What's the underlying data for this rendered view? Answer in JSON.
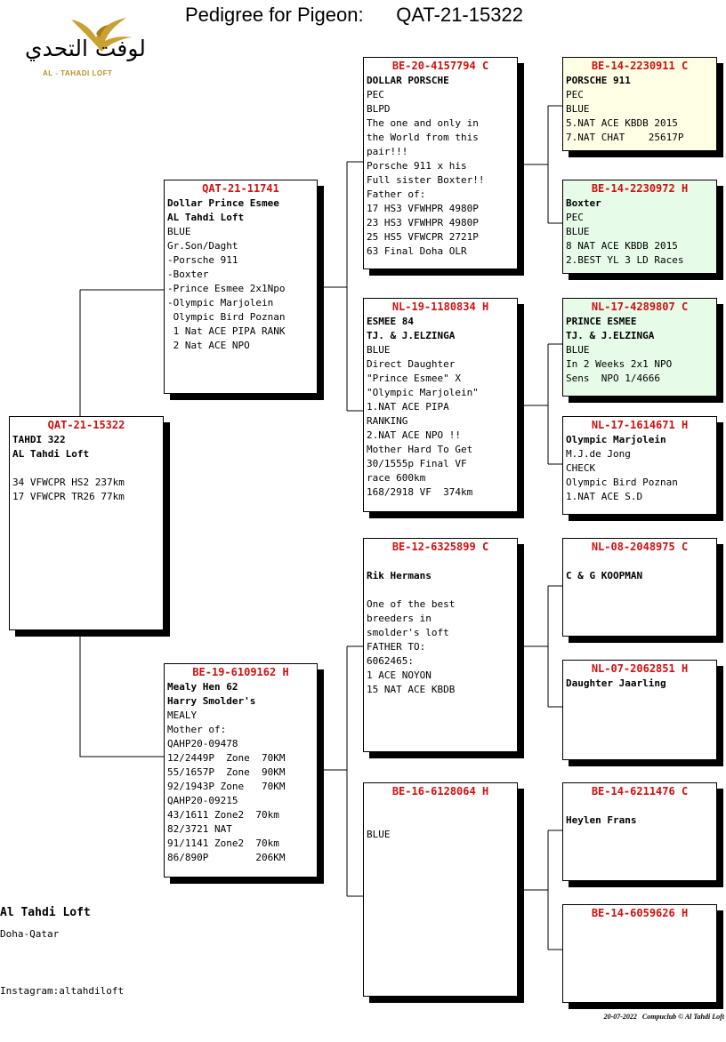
{
  "page_title": "Pedigree for Pigeon:      QAT-21-15322",
  "logo": {
    "arabic": "لوفت التحدي",
    "english": "AL - TAHADI LOFT",
    "gold_color": "#c9a032"
  },
  "colors": {
    "ring": "#d01010",
    "yellow_box": "#ffffe6",
    "green_box": "#e6fbe8"
  },
  "birds": {
    "main": {
      "ring": "QAT-21-15322",
      "lines": [
        {
          "t": "TAHDI 322",
          "b": true
        },
        {
          "t": "AL Tahdi Loft",
          "b": true
        },
        {
          "t": ""
        },
        {
          "t": "34 VFWCPR HS2 237km"
        },
        {
          "t": "17 VFWCPR TR26 77km"
        }
      ]
    },
    "sire": {
      "ring": "QAT-21-11741",
      "lines": [
        {
          "t": "Dollar Prince Esmee",
          "b": true
        },
        {
          "t": "AL Tahdi Loft",
          "b": true
        },
        {
          "t": "BLUE"
        },
        {
          "t": "Gr.Son/Daght"
        },
        {
          "t": "-Porsche 911"
        },
        {
          "t": "-Boxter"
        },
        {
          "t": "-Prince Esmee 2x1Npo"
        },
        {
          "t": "-Olympic Marjolein"
        },
        {
          "t": " Olympic Bird Poznan"
        },
        {
          "t": " 1 Nat ACE PIPA RANK"
        },
        {
          "t": " 2 Nat ACE NPO"
        }
      ]
    },
    "dam": {
      "ring": "BE-19-6109162 H",
      "lines": [
        {
          "t": "Mealy Hen 62",
          "b": true
        },
        {
          "t": "Harry Smolder's",
          "b": true
        },
        {
          "t": "MEALY"
        },
        {
          "t": "Mother of:"
        },
        {
          "t": "QAHP20-09478"
        },
        {
          "t": "12/2449P  Zone  70KM"
        },
        {
          "t": "55/1657P  Zone  90KM"
        },
        {
          "t": "92/1943P Zone   70KM"
        },
        {
          "t": "QAHP20-09215"
        },
        {
          "t": "43/1611 Zone2  70km"
        },
        {
          "t": "82/3721 NAT"
        },
        {
          "t": "91/1141 Zone2  70km"
        },
        {
          "t": "86/890P        206KM"
        }
      ]
    },
    "ss": {
      "ring": "BE-20-4157794 C",
      "lines": [
        {
          "t": "DOLLAR PORSCHE",
          "b": true
        },
        {
          "t": "PEC"
        },
        {
          "t": "BLPD"
        },
        {
          "t": "The one and only in"
        },
        {
          "t": "the World from this"
        },
        {
          "t": "pair!!!"
        },
        {
          "t": "Porsche 911 x his"
        },
        {
          "t": "Full sister Boxter!!"
        },
        {
          "t": "Father of:"
        },
        {
          "t": "17 HS3 VFWHPR 4980P"
        },
        {
          "t": "23 HS3 VFWHPR 4980P"
        },
        {
          "t": "25 HS5 VFWCPR 2721P"
        },
        {
          "t": "63 Final Doha OLR"
        }
      ]
    },
    "sd": {
      "ring": "NL-19-1180834 H",
      "lines": [
        {
          "t": "ESMEE 84",
          "b": true
        },
        {
          "t": "TJ. & J.ELZINGA",
          "b": true
        },
        {
          "t": "BLUE"
        },
        {
          "t": "Direct Daughter"
        },
        {
          "t": "\"Prince Esmee\" X"
        },
        {
          "t": "\"Olympic Marjolein\""
        },
        {
          "t": "1.NAT ACE PIPA"
        },
        {
          "t": "RANKING"
        },
        {
          "t": "2.NAT ACE NPO !!"
        },
        {
          "t": "Mother Hard To Get"
        },
        {
          "t": "30/1555p Final VF"
        },
        {
          "t": "race 600km"
        },
        {
          "t": "168/2918 VF  374km"
        }
      ]
    },
    "ds": {
      "ring": "BE-12-6325899 C",
      "lines": [
        {
          "t": ""
        },
        {
          "t": "Rik Hermans",
          "b": true
        },
        {
          "t": ""
        },
        {
          "t": "One of the best"
        },
        {
          "t": "breeders in"
        },
        {
          "t": "smolder's loft"
        },
        {
          "t": "FATHER TO:"
        },
        {
          "t": "6062465:"
        },
        {
          "t": "1 ACE NOYON"
        },
        {
          "t": "15 NAT ACE KBDB"
        }
      ]
    },
    "dd": {
      "ring": "BE-16-6128064 H",
      "lines": [
        {
          "t": ""
        },
        {
          "t": ""
        },
        {
          "t": "BLUE"
        }
      ]
    },
    "sss": {
      "ring": "BE-14-2230911 C",
      "lines": [
        {
          "t": "PORSCHE 911",
          "b": true
        },
        {
          "t": "PEC"
        },
        {
          "t": "BLUE"
        },
        {
          "t": "5.NAT ACE KBDB 2015"
        },
        {
          "t": "7.NAT CHAT    25617P"
        }
      ]
    },
    "ssd": {
      "ring": "BE-14-2230972 H",
      "lines": [
        {
          "t": "Boxter",
          "b": true
        },
        {
          "t": "PEC"
        },
        {
          "t": "BLUE"
        },
        {
          "t": "8 NAT ACE KBDB 2015"
        },
        {
          "t": "2.BEST YL 3 LD Races"
        }
      ]
    },
    "sds": {
      "ring": "NL-17-4289807 C",
      "lines": [
        {
          "t": "PRINCE ESMEE",
          "b": true
        },
        {
          "t": "TJ. & J.ELZINGA",
          "b": true
        },
        {
          "t": "BLUE"
        },
        {
          "t": "In 2 Weeks 2x1 NPO"
        },
        {
          "t": "Sens  NPO 1/4666"
        }
      ]
    },
    "sdd": {
      "ring": "NL-17-1614671 H",
      "lines": [
        {
          "t": "Olympic Marjolein",
          "b": true
        },
        {
          "t": "M.J.de Jong"
        },
        {
          "t": "CHECK"
        },
        {
          "t": "Olympic Bird Poznan"
        },
        {
          "t": "1.NAT ACE S.D"
        }
      ]
    },
    "dss": {
      "ring": "NL-08-2048975 C",
      "lines": [
        {
          "t": ""
        },
        {
          "t": "C & G KOOPMAN",
          "b": true
        }
      ]
    },
    "dsd": {
      "ring": "NL-07-2062851 H",
      "lines": [
        {
          "t": "Daughter Jaarling",
          "b": true
        }
      ]
    },
    "dds": {
      "ring": "BE-14-6211476 C",
      "lines": [
        {
          "t": ""
        },
        {
          "t": "Heylen Frans",
          "b": true
        }
      ]
    },
    "ddd": {
      "ring": "BE-14-6059626 H",
      "lines": []
    }
  },
  "footer": {
    "loft_name": "Al Tahdi Loft",
    "city": "Doha-Qatar",
    "instagram": "Instagram:altahdiloft",
    "copyright": "20-07-2022   Compuclub © Al Tahdi Loft"
  }
}
